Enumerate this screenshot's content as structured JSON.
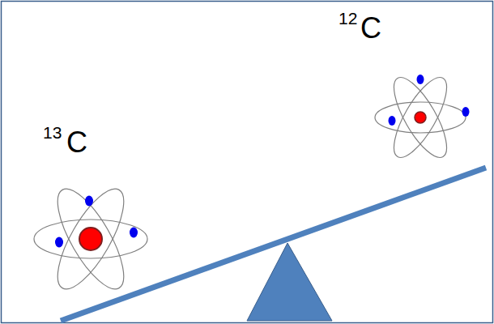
{
  "diagram": {
    "labels": [
      "13",
      "C",
      "12",
      "C"
    ]
  }
}
